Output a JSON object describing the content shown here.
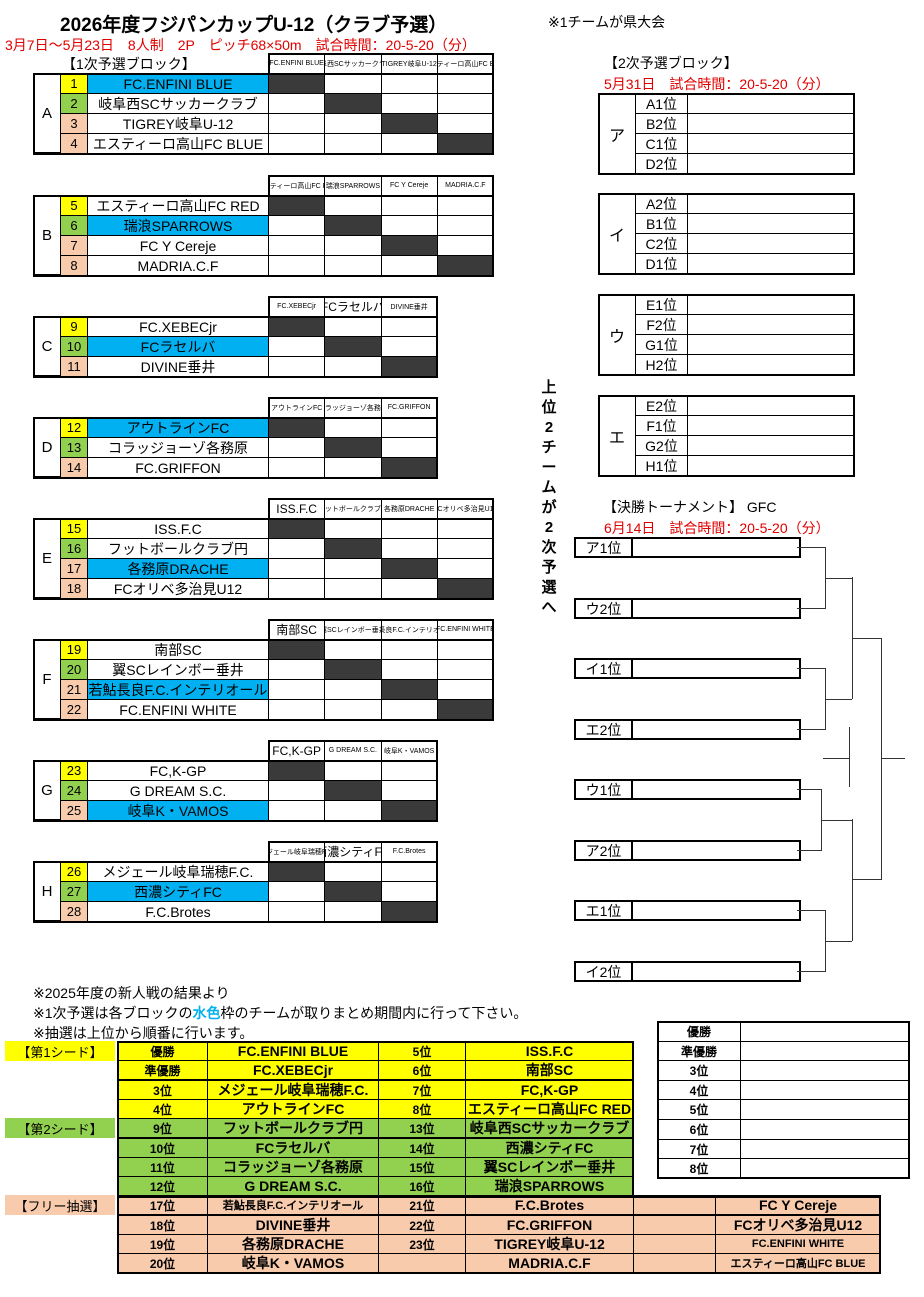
{
  "header": {
    "title": "2026年度フジパンカップU-12（クラブ予選）",
    "note": "※1チームが県大会",
    "subtitle": "3月7日～5月23日　8人制　2P　ピッチ68×50m　試合時間：20-5-20（分）"
  },
  "first_round": {
    "label": "【1次予選ブロック】",
    "blocks": [
      {
        "letter": "A",
        "teams": [
          {
            "num": "1",
            "name": "FC.ENFINI BLUE",
            "seed": "yellow",
            "host": true
          },
          {
            "num": "2",
            "name": "岐阜西SCサッカークラブ",
            "seed": "green",
            "host": false
          },
          {
            "num": "3",
            "name": "TIGREY岐阜U-12",
            "seed": "peach",
            "host": false
          },
          {
            "num": "4",
            "name": "エスティーロ高山FC BLUE",
            "seed": "peach",
            "host": false
          }
        ]
      },
      {
        "letter": "B",
        "teams": [
          {
            "num": "5",
            "name": "エスティーロ高山FC RED",
            "seed": "yellow",
            "host": false
          },
          {
            "num": "6",
            "name": "瑞浪SPARROWS",
            "seed": "green",
            "host": true
          },
          {
            "num": "7",
            "name": "FC Y Cereje",
            "seed": "peach",
            "host": false
          },
          {
            "num": "8",
            "name": "MADRIA.C.F",
            "seed": "peach",
            "host": false
          }
        ]
      },
      {
        "letter": "C",
        "teams": [
          {
            "num": "9",
            "name": "FC.XEBECjr",
            "seed": "yellow",
            "host": false
          },
          {
            "num": "10",
            "name": "FCラセルバ",
            "seed": "green",
            "host": true
          },
          {
            "num": "11",
            "name": "DIVINE垂井",
            "seed": "peach",
            "host": false
          }
        ]
      },
      {
        "letter": "D",
        "teams": [
          {
            "num": "12",
            "name": "アウトラインFC",
            "seed": "yellow",
            "host": true
          },
          {
            "num": "13",
            "name": "コラッジョーゾ各務原",
            "seed": "green",
            "host": false
          },
          {
            "num": "14",
            "name": "FC.GRIFFON",
            "seed": "peach",
            "host": false
          }
        ]
      },
      {
        "letter": "E",
        "teams": [
          {
            "num": "15",
            "name": "ISS.F.C",
            "seed": "yellow",
            "host": false
          },
          {
            "num": "16",
            "name": "フットボールクラブ円",
            "seed": "green",
            "host": false
          },
          {
            "num": "17",
            "name": "各務原DRACHE",
            "seed": "peach",
            "host": true
          },
          {
            "num": "18",
            "name": "FCオリベ多治見U12",
            "seed": "peach",
            "host": false
          }
        ]
      },
      {
        "letter": "F",
        "teams": [
          {
            "num": "19",
            "name": "南部SC",
            "seed": "yellow",
            "host": false
          },
          {
            "num": "20",
            "name": "翼SCレインボー垂井",
            "seed": "green",
            "host": false
          },
          {
            "num": "21",
            "name": "若鮎長良F.C.インテリオール",
            "seed": "peach",
            "host": true
          },
          {
            "num": "22",
            "name": "FC.ENFINI WHITE",
            "seed": "peach",
            "host": false
          }
        ]
      },
      {
        "letter": "G",
        "teams": [
          {
            "num": "23",
            "name": "FC,K-GP",
            "seed": "yellow",
            "host": false
          },
          {
            "num": "24",
            "name": "G DREAM S.C.",
            "seed": "green",
            "host": false
          },
          {
            "num": "25",
            "name": "岐阜K・VAMOS",
            "seed": "peach",
            "host": true
          }
        ]
      },
      {
        "letter": "H",
        "teams": [
          {
            "num": "26",
            "name": "メジェール岐阜瑞穂F.C.",
            "seed": "yellow",
            "host": false
          },
          {
            "num": "27",
            "name": "西濃シティFC",
            "seed": "green",
            "host": true
          },
          {
            "num": "28",
            "name": "F.C.Brotes",
            "seed": "peach",
            "host": false
          }
        ]
      }
    ]
  },
  "advance_text": "上位2チームが2次予選へ",
  "second_round": {
    "label": "【2次予選ブロック】",
    "schedule": "5月31日　試合時間：20-5-20（分）",
    "blocks": [
      {
        "letter": "ア",
        "slots": [
          "A1位",
          "B2位",
          "C1位",
          "D2位"
        ]
      },
      {
        "letter": "イ",
        "slots": [
          "A2位",
          "B1位",
          "C2位",
          "D1位"
        ]
      },
      {
        "letter": "ウ",
        "slots": [
          "E1位",
          "F2位",
          "G1位",
          "H2位"
        ]
      },
      {
        "letter": "エ",
        "slots": [
          "E2位",
          "F1位",
          "G2位",
          "H1位"
        ]
      }
    ]
  },
  "final": {
    "label": "【決勝トーナメント】 GFC",
    "schedule": "6月14日　試合時間：20-5-20（分）",
    "slots": [
      "ア1位",
      "ウ2位",
      "イ1位",
      "エ2位",
      "ウ1位",
      "ア2位",
      "エ1位",
      "イ2位"
    ]
  },
  "notes": [
    "※2025年度の新人戦の結果より",
    "※1次予選は各ブロックの",
    "水色",
    "枠のチームが取りまとめ期間内に行って下さい。",
    "※抽選は上位から順番に行います。"
  ],
  "seeding": {
    "groups": [
      {
        "label": "【第1シード】",
        "color": "#ffff00",
        "rows": [
          [
            "優勝",
            "FC.ENFINI BLUE",
            "5位",
            "ISS.F.C"
          ],
          [
            "準優勝",
            "FC.XEBECjr",
            "6位",
            "南部SC"
          ],
          [
            "3位",
            "メジェール岐阜瑞穂F.C.",
            "7位",
            "FC,K-GP"
          ],
          [
            "4位",
            "アウトラインFC",
            "8位",
            "エスティーロ高山FC RED"
          ]
        ]
      },
      {
        "label": "【第2シード】",
        "color": "#92d050",
        "rows": [
          [
            "9位",
            "フットボールクラブ円",
            "13位",
            "岐阜西SCサッカークラブ"
          ],
          [
            "10位",
            "FCラセルバ",
            "14位",
            "西濃シティFC"
          ],
          [
            "11位",
            "コラッジョーゾ各務原",
            "15位",
            "翼SCレインボー垂井"
          ],
          [
            "12位",
            "G DREAM S.C.",
            "16位",
            "瑞浪SPARROWS"
          ]
        ]
      },
      {
        "label": "【フリー抽選】",
        "color": "#f8cbad",
        "rows": [
          [
            "17位",
            "若鮎長良F.C.インテリオール",
            "21位",
            "F.C.Brotes",
            "",
            "FC Y Cereje"
          ],
          [
            "18位",
            "DIVINE垂井",
            "22位",
            "FC.GRIFFON",
            "",
            "FCオリベ多治見U12"
          ],
          [
            "19位",
            "各務原DRACHE",
            "23位",
            "TIGREY岐阜U-12",
            "",
            "FC.ENFINI WHITE"
          ],
          [
            "20位",
            "岐阜K・VAMOS",
            "",
            "MADRIA.C.F",
            "",
            "エスティーロ高山FC BLUE"
          ]
        ]
      }
    ]
  },
  "results": {
    "ranks": [
      "優勝",
      "準優勝",
      "3位",
      "4位",
      "5位",
      "6位",
      "7位",
      "8位"
    ]
  },
  "colors": {
    "yellow": "#ffff00",
    "green": "#92d050",
    "peach": "#f8cbad",
    "host": "#00b0f0",
    "dark": "#3a3a3a",
    "red": "#e00000"
  }
}
